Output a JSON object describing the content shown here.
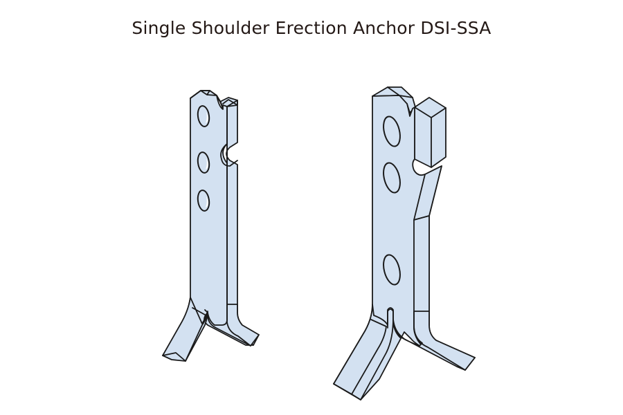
{
  "title": "Single Shoulder Erection Anchor DSI-SSA",
  "colors": {
    "fill": "#d3e1f1",
    "stroke": "#1a1a1a",
    "title_text": "#231815",
    "background": "#ffffff"
  },
  "figures": [
    {
      "name": "anchor-small",
      "holes": 3,
      "description": "Smaller single shoulder erection anchor with three holes"
    },
    {
      "name": "anchor-large",
      "holes": 3,
      "description": "Larger single shoulder erection anchor with three holes"
    }
  ]
}
